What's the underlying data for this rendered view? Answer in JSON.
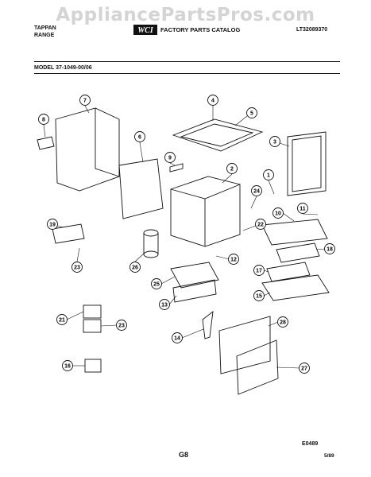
{
  "watermark": "AppliancePartsPros.com",
  "header": {
    "brand_line1": "TAPPAN",
    "brand_line2": "RANGE",
    "catalog_title": "FACTORY PARTS CATALOG",
    "doc_number": "LT32089370",
    "logo_text": "WCI"
  },
  "model": "MODEL 37-1049-00/06",
  "callouts": [
    "1",
    "2",
    "3",
    "4",
    "5",
    "6",
    "7",
    "8",
    "9",
    "10",
    "11",
    "12",
    "13",
    "14",
    "15",
    "16",
    "17",
    "18",
    "19",
    "21",
    "23",
    "24",
    "25",
    "26",
    "27",
    "28",
    "22"
  ],
  "footer": {
    "diagram_code": "E0489",
    "page": "G8",
    "date": "5/89"
  }
}
